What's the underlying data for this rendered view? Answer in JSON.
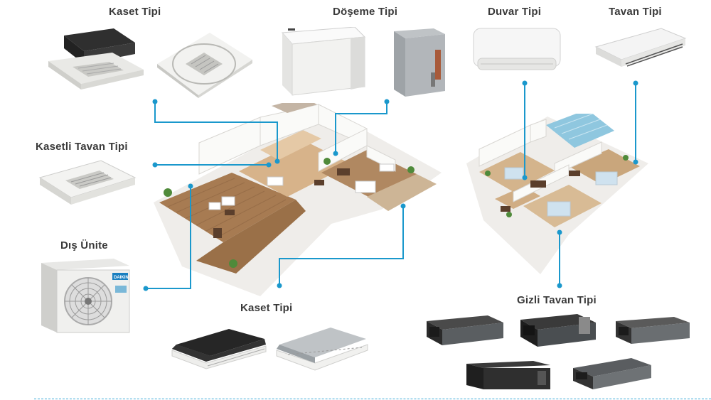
{
  "labels": {
    "kaset_top": "Kaset Tipi",
    "doseme": "Döşeme Tipi",
    "duvar": "Duvar Tipi",
    "tavan": "Tavan Tipi",
    "kasetli_tavan": "Kasetli Tavan Tipi",
    "dis_unite": "Dış Ünite",
    "kaset_bottom": "Kaset Tipi",
    "gizli_tavan": "Gizli Tavan Tipi"
  },
  "logos": {
    "outdoor_brand": "DAIKIN"
  },
  "colors": {
    "connector": "#1a98cc",
    "label_text": "#3a3a3a",
    "floor_wood": "#a77b52",
    "wall": "#f1efec",
    "unit_white": "#f4f4f4",
    "unit_dark": "#2b2b2b"
  }
}
